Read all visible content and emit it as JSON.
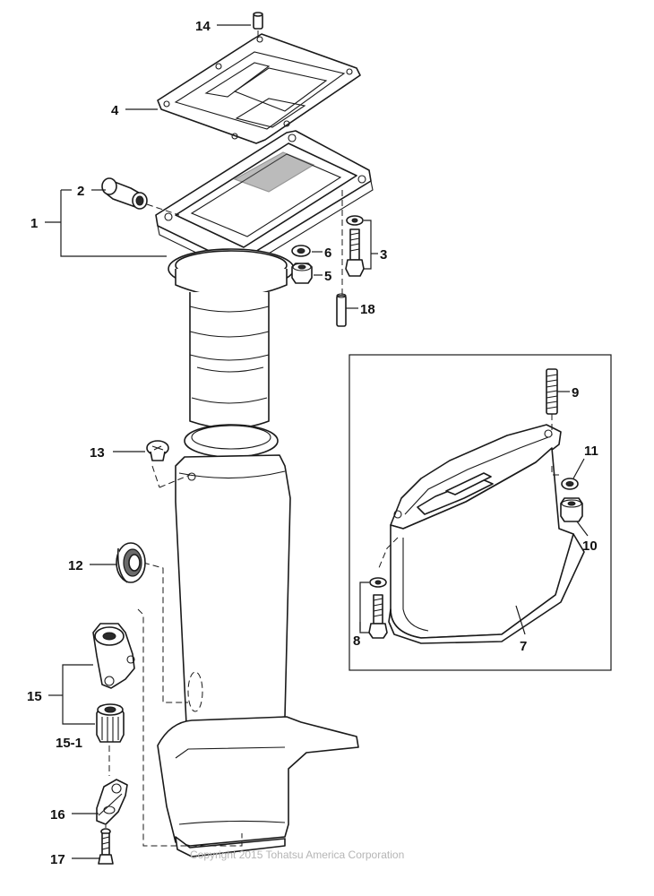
{
  "callouts": {
    "c1": "1",
    "c2": "2",
    "c3": "3",
    "c4": "4",
    "c5": "5",
    "c6": "6",
    "c7": "7",
    "c8": "8",
    "c9": "9",
    "c10": "10",
    "c11": "11",
    "c12": "12",
    "c13": "13",
    "c14": "14",
    "c15": "15",
    "c15_1": "15-1",
    "c16": "16",
    "c17": "17",
    "c18": "18"
  },
  "copyright": "Copyright 2015 Tohatsu America Corporation"
}
